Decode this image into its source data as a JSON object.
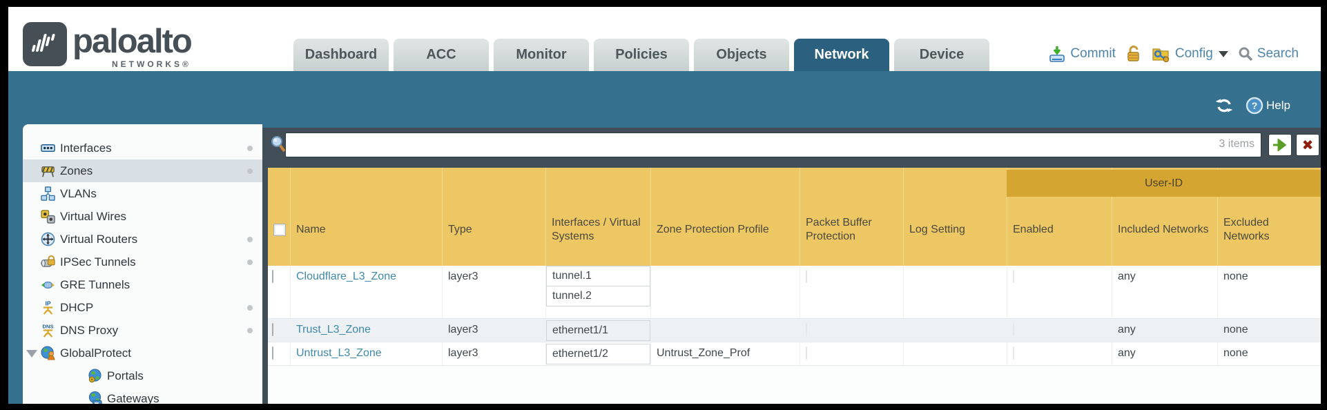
{
  "header": {
    "brand": {
      "name": "paloalto",
      "sub": "NETWORKS®"
    },
    "tabs": [
      {
        "label": "Dashboard"
      },
      {
        "label": "ACC"
      },
      {
        "label": "Monitor"
      },
      {
        "label": "Policies"
      },
      {
        "label": "Objects"
      },
      {
        "label": "Network"
      },
      {
        "label": "Device"
      }
    ],
    "actions": {
      "commit": "Commit",
      "config": "Config",
      "search": "Search"
    }
  },
  "band": {
    "help": "Help"
  },
  "sidebar": {
    "items": [
      {
        "label": "Interfaces"
      },
      {
        "label": "Zones"
      },
      {
        "label": "VLANs"
      },
      {
        "label": "Virtual Wires"
      },
      {
        "label": "Virtual Routers"
      },
      {
        "label": "IPSec Tunnels"
      },
      {
        "label": "GRE Tunnels"
      },
      {
        "label": "DHCP"
      },
      {
        "label": "DNS Proxy"
      },
      {
        "label": "GlobalProtect"
      },
      {
        "label": "Portals"
      },
      {
        "label": "Gateways"
      }
    ]
  },
  "filter": {
    "value": "",
    "placeholder": "",
    "count": "3 items"
  },
  "table": {
    "group_header": "User-ID",
    "columns": {
      "name": "Name",
      "type": "Type",
      "interfaces": "Interfaces / Virtual Systems",
      "zpp": "Zone Protection Profile",
      "pbp": "Packet Buffer Protection",
      "log": "Log Setting",
      "enabled": "Enabled",
      "included": "Included Networks",
      "excluded": "Excluded Networks"
    },
    "rows": [
      {
        "name": "Cloudflare_L3_Zone",
        "type": "layer3",
        "interfaces": [
          "tunnel.1",
          "tunnel.2"
        ],
        "zpp": "",
        "log": "",
        "included": "any",
        "excluded": "none"
      },
      {
        "name": "Trust_L3_Zone",
        "type": "layer3",
        "interfaces": [
          "ethernet1/1"
        ],
        "zpp": "",
        "log": "",
        "included": "any",
        "excluded": "none"
      },
      {
        "name": "Untrust_L3_Zone",
        "type": "layer3",
        "interfaces": [
          "ethernet1/2"
        ],
        "zpp": "Untrust_Zone_Prof",
        "log": "",
        "included": "any",
        "excluded": "none"
      }
    ]
  },
  "colors": {
    "band_teal": "#35708e",
    "active_tab": "#2b607f",
    "header_gold": "#ecc763",
    "group_gold": "#d5a532",
    "toolbar_dark": "#414e58",
    "link_blue": "#3e88a9",
    "action_blue": "#4d84ad"
  }
}
